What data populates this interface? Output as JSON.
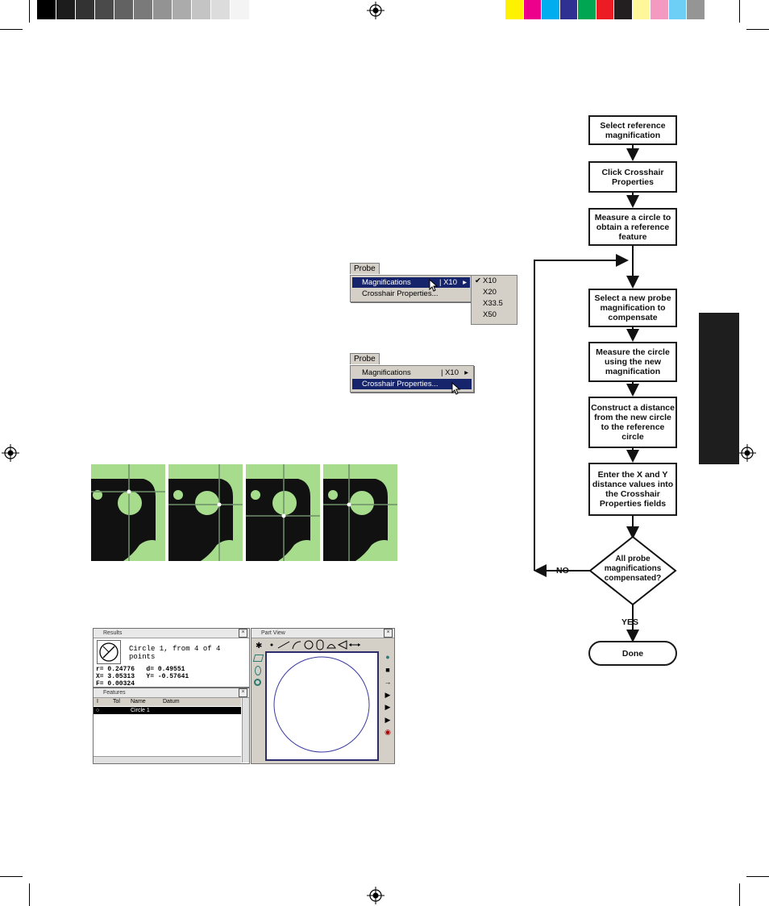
{
  "print_marks": {
    "gray_swatches": [
      "#000000",
      "#1c1c1c",
      "#333333",
      "#4a4a4a",
      "#626262",
      "#7a7a7a",
      "#939393",
      "#ababab",
      "#c4c4c4",
      "#dcdcdc",
      "#f4f4f4",
      "#ffffff"
    ],
    "color_swatches": [
      "#fff200",
      "#ec008c",
      "#00aeef",
      "#2e3192",
      "#00a651",
      "#ed1c24",
      "#231f20",
      "#fff799",
      "#f49ac1",
      "#6dcff6",
      "#959595"
    ]
  },
  "menu1": {
    "menu_title": "Probe",
    "item_magnifications": "Magnifications",
    "item_magnifications_value": "| X10",
    "item_crosshair": "Crosshair Properties...",
    "submenu": [
      "X10",
      "X20",
      "X33.5",
      "X50"
    ]
  },
  "menu2": {
    "menu_title": "Probe",
    "item_magnifications": "Magnifications",
    "item_magnifications_value": "| X10",
    "item_crosshair": "Crosshair Properties..."
  },
  "software": {
    "results": {
      "title": "Results",
      "summary": "Circle 1, from 4 of 4 points",
      "lines": [
        "r= 0.24776   d= 0.49551",
        "X= 3.05313   Y= -0.57641",
        "F= 0.00324"
      ]
    },
    "features": {
      "title": "Features",
      "columns": [
        "I",
        "Tol",
        "Name",
        "Datum"
      ],
      "row_name": "Circle 1"
    },
    "partview": {
      "title": "Part View"
    }
  },
  "flowchart": {
    "steps": [
      "Select reference magnification",
      "Click Crosshair Properties",
      "Measure a circle to obtain a reference feature",
      "Select a new probe magnification to compensate",
      "Measure the circle using the new magnification",
      "Construct a distance from the new circle to the reference circle",
      "Enter the X and Y distance values into the Crosshair Properties fields"
    ],
    "decision": "All probe magnifications compensated?",
    "no_label": "NO",
    "yes_label": "YES",
    "end": "Done"
  }
}
